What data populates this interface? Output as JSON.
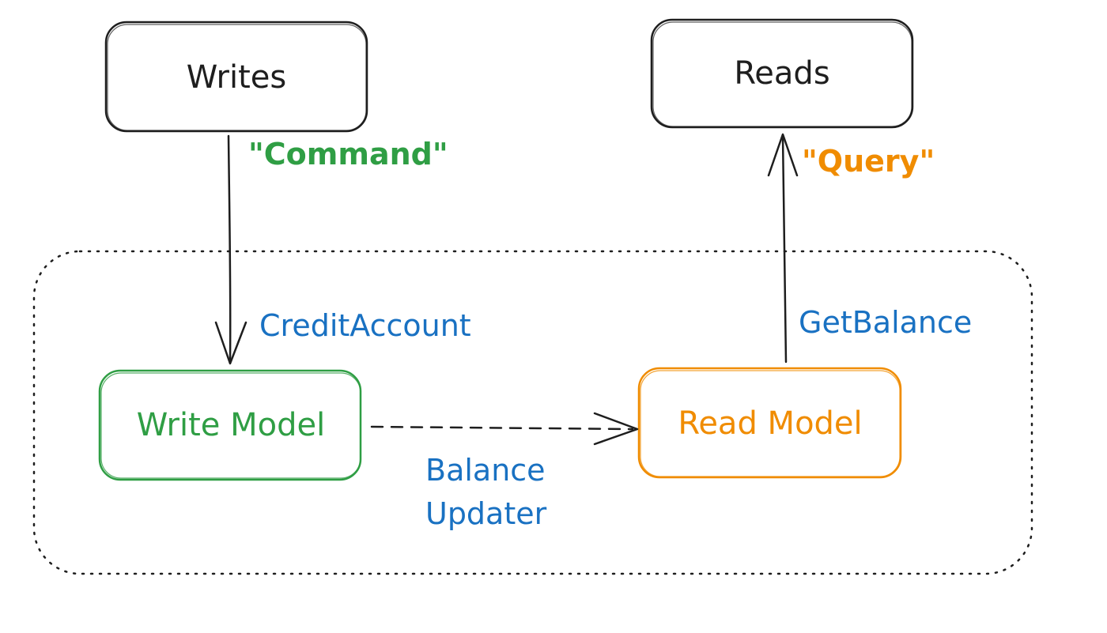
{
  "nodes": {
    "writes": {
      "label": "Writes"
    },
    "reads": {
      "label": "Reads"
    },
    "write_model": {
      "label": "Write Model"
    },
    "read_model": {
      "label": "Read Model"
    }
  },
  "edges": {
    "command": {
      "label": "\"Command\""
    },
    "query": {
      "label": "\"Query\""
    },
    "credit_account": {
      "label": "CreditAccount"
    },
    "get_balance": {
      "label": "GetBalance"
    },
    "balance_updater": {
      "line1": "Balance",
      "line2": "Updater"
    }
  },
  "colors": {
    "ink": "#1e1e1e",
    "green": "#2f9e44",
    "orange": "#f08c00",
    "blue": "#1971c2",
    "dots": "#1e1e1e"
  }
}
